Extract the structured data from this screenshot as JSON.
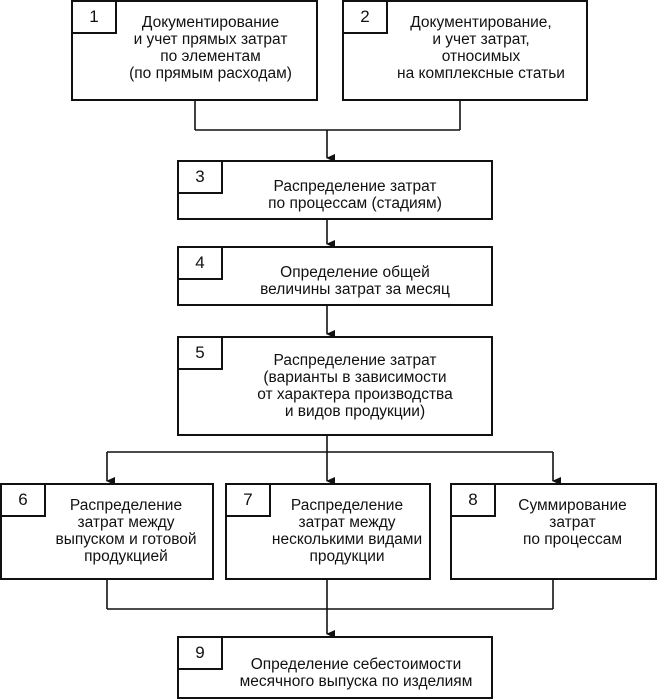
{
  "diagram": {
    "steps": [
      {
        "id": "1",
        "text": "Документирование\nи учет прямых затрат\nпо элементам\n(по прямым расходам)"
      },
      {
        "id": "2",
        "text": "Документирование,\nи учет  затрат,\nотносимых\nна комплексные статьи"
      },
      {
        "id": "3",
        "text": "Распределение затрат\nпо процессам (стадиям)"
      },
      {
        "id": "4",
        "text": "Определение общей\nвеличины затрат за месяц"
      },
      {
        "id": "5",
        "text": "Распределение затрат\n(варианты в зависимости\nот характера производства\nи видов продукции)"
      },
      {
        "id": "6",
        "text": "Распределение\nзатрат между\nвыпуском и готовой\nпродукцией"
      },
      {
        "id": "7",
        "text": "Распределение\nзатрат между\nнесколькими видами\nпродукции"
      },
      {
        "id": "8",
        "text": "Суммирование\nзатрат\nпо процессам"
      },
      {
        "id": "9",
        "text": "Определение себестоимости\nмесячного выпуска по изделиям"
      }
    ],
    "line_color": "#111111"
  }
}
